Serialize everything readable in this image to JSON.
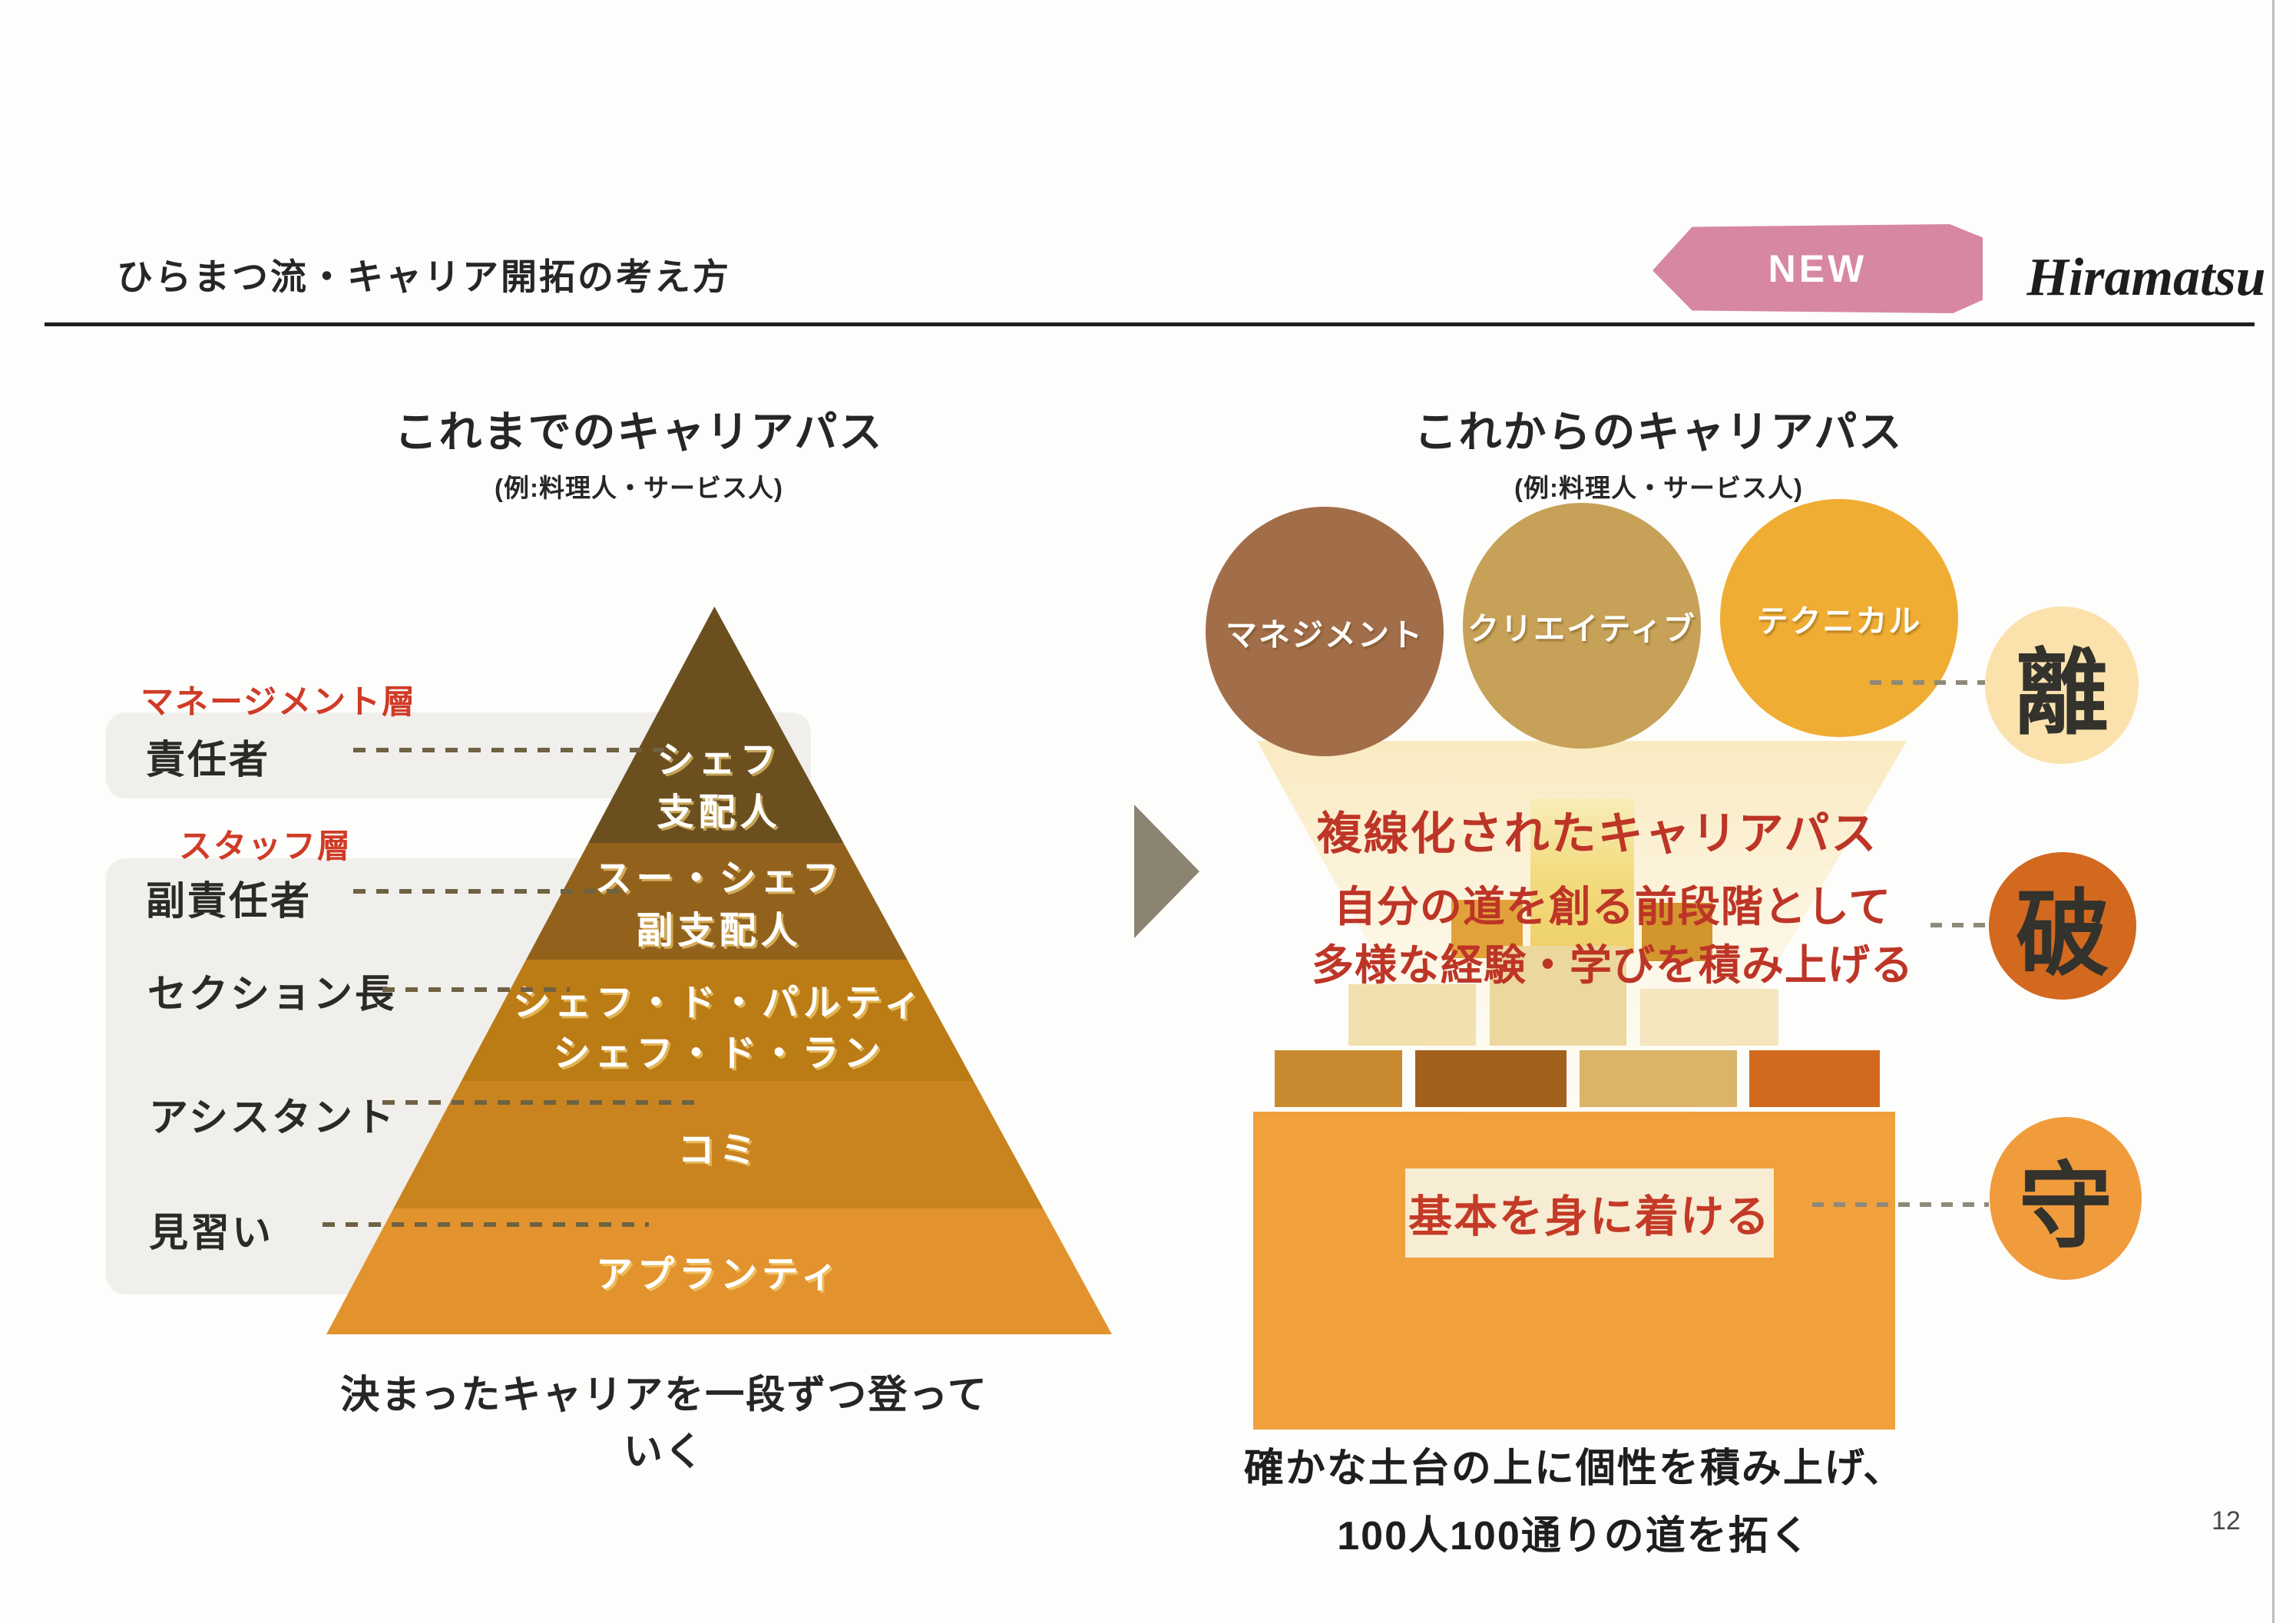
{
  "header": {
    "title": "ひらまつ流・キャリア開拓の考え方",
    "badge": "NEW",
    "logo": "Hiramatsu",
    "badge_color": "#d787a3"
  },
  "left": {
    "heading": "これまでのキャリアパス",
    "subheading": "(例:料理人・サービス人)",
    "group_labels": [
      {
        "label": "マネージメント層"
      },
      {
        "label": "スタッフ層"
      }
    ],
    "levels": [
      {
        "label": "責任者"
      },
      {
        "label": "副責任者"
      },
      {
        "label": "セクション長"
      },
      {
        "label": "アシスタント"
      },
      {
        "label": "見習い"
      }
    ],
    "pyramid": {
      "tiers": [
        {
          "lines": [
            "シェフ",
            "支配人"
          ],
          "color": "#6b4f1f"
        },
        {
          "lines": [
            "スー・シェフ",
            "副支配人"
          ],
          "color": "#92621d"
        },
        {
          "lines": [
            "シェフ・ド・パルティ",
            "シェフ・ド・ラン"
          ],
          "color": "#bb7b15"
        },
        {
          "lines": [
            "コミ"
          ],
          "color": "#c98420"
        },
        {
          "lines": [
            "アプランティ"
          ],
          "color": "#e2932e"
        }
      ]
    },
    "caption": "決まったキャリアを一段ずつ登っていく",
    "label_color": "#cf3b27"
  },
  "right": {
    "heading": "これからのキャリアパス",
    "subheading": "(例:料理人・サービス人)",
    "tracks": [
      {
        "label": "マネジメント",
        "color": "#a26e49"
      },
      {
        "label": "クリエイティブ",
        "color": "#c6a157"
      },
      {
        "label": "テクニカル",
        "color": "#f0ad33"
      }
    ],
    "stage_top_label": "複線化されたキャリアパス",
    "stage_mid_line1": "自分の道を創る前段階として",
    "stage_mid_line2": "多様な経験・学びを積み上げる",
    "base_label": "基本を身に着ける",
    "stages": [
      {
        "kanji": "離",
        "color": "#fbe2ad"
      },
      {
        "kanji": "破",
        "color": "#d2691f"
      },
      {
        "kanji": "守",
        "color": "#f09b3c"
      }
    ],
    "caption_line1": "確かな土台の上に個性を積み上げ、",
    "caption_line2": "100人100通りの道を拓く",
    "accent_red": "#bd3526"
  },
  "page_number": "12"
}
